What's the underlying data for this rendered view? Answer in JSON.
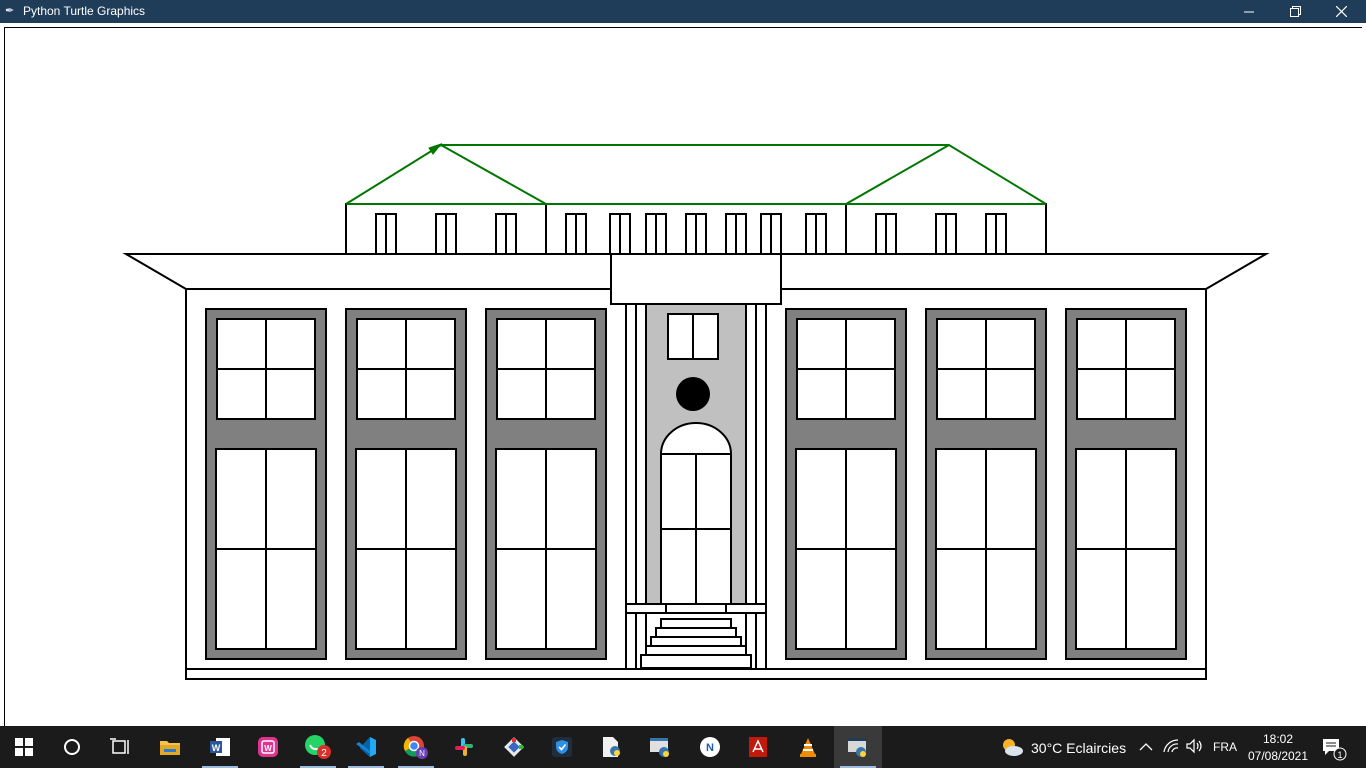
{
  "window": {
    "title": "Python Turtle Graphics",
    "minimize_glyph": "—",
    "close_glyph": "✕"
  },
  "colors": {
    "titlebar": "#1f3d58",
    "taskbar": "#1b1b1b",
    "roof_line": "#007700",
    "window_frame": "#808080",
    "entrance_panel": "#c0c0c0"
  },
  "taskbar": {
    "apps": [
      {
        "name": "start-button"
      },
      {
        "name": "search-button"
      },
      {
        "name": "task-view-button"
      },
      {
        "name": "file-explorer-app"
      },
      {
        "name": "word-app"
      },
      {
        "name": "wps-app"
      },
      {
        "name": "whatsapp-app",
        "badge": "2"
      },
      {
        "name": "vscode-app"
      },
      {
        "name": "chrome-app"
      },
      {
        "name": "slack-app"
      },
      {
        "name": "git-app"
      },
      {
        "name": "bitwarden-app"
      },
      {
        "name": "python-file-app"
      },
      {
        "name": "python-file-app-2"
      },
      {
        "name": "notion-app"
      },
      {
        "name": "acrobat-app"
      },
      {
        "name": "vlc-app"
      },
      {
        "name": "python-turtle-app"
      }
    ],
    "weather": "30°C  Eclaircies",
    "language": "FRA",
    "time": "18:02",
    "date": "07/08/2021",
    "notification_count": "1"
  }
}
